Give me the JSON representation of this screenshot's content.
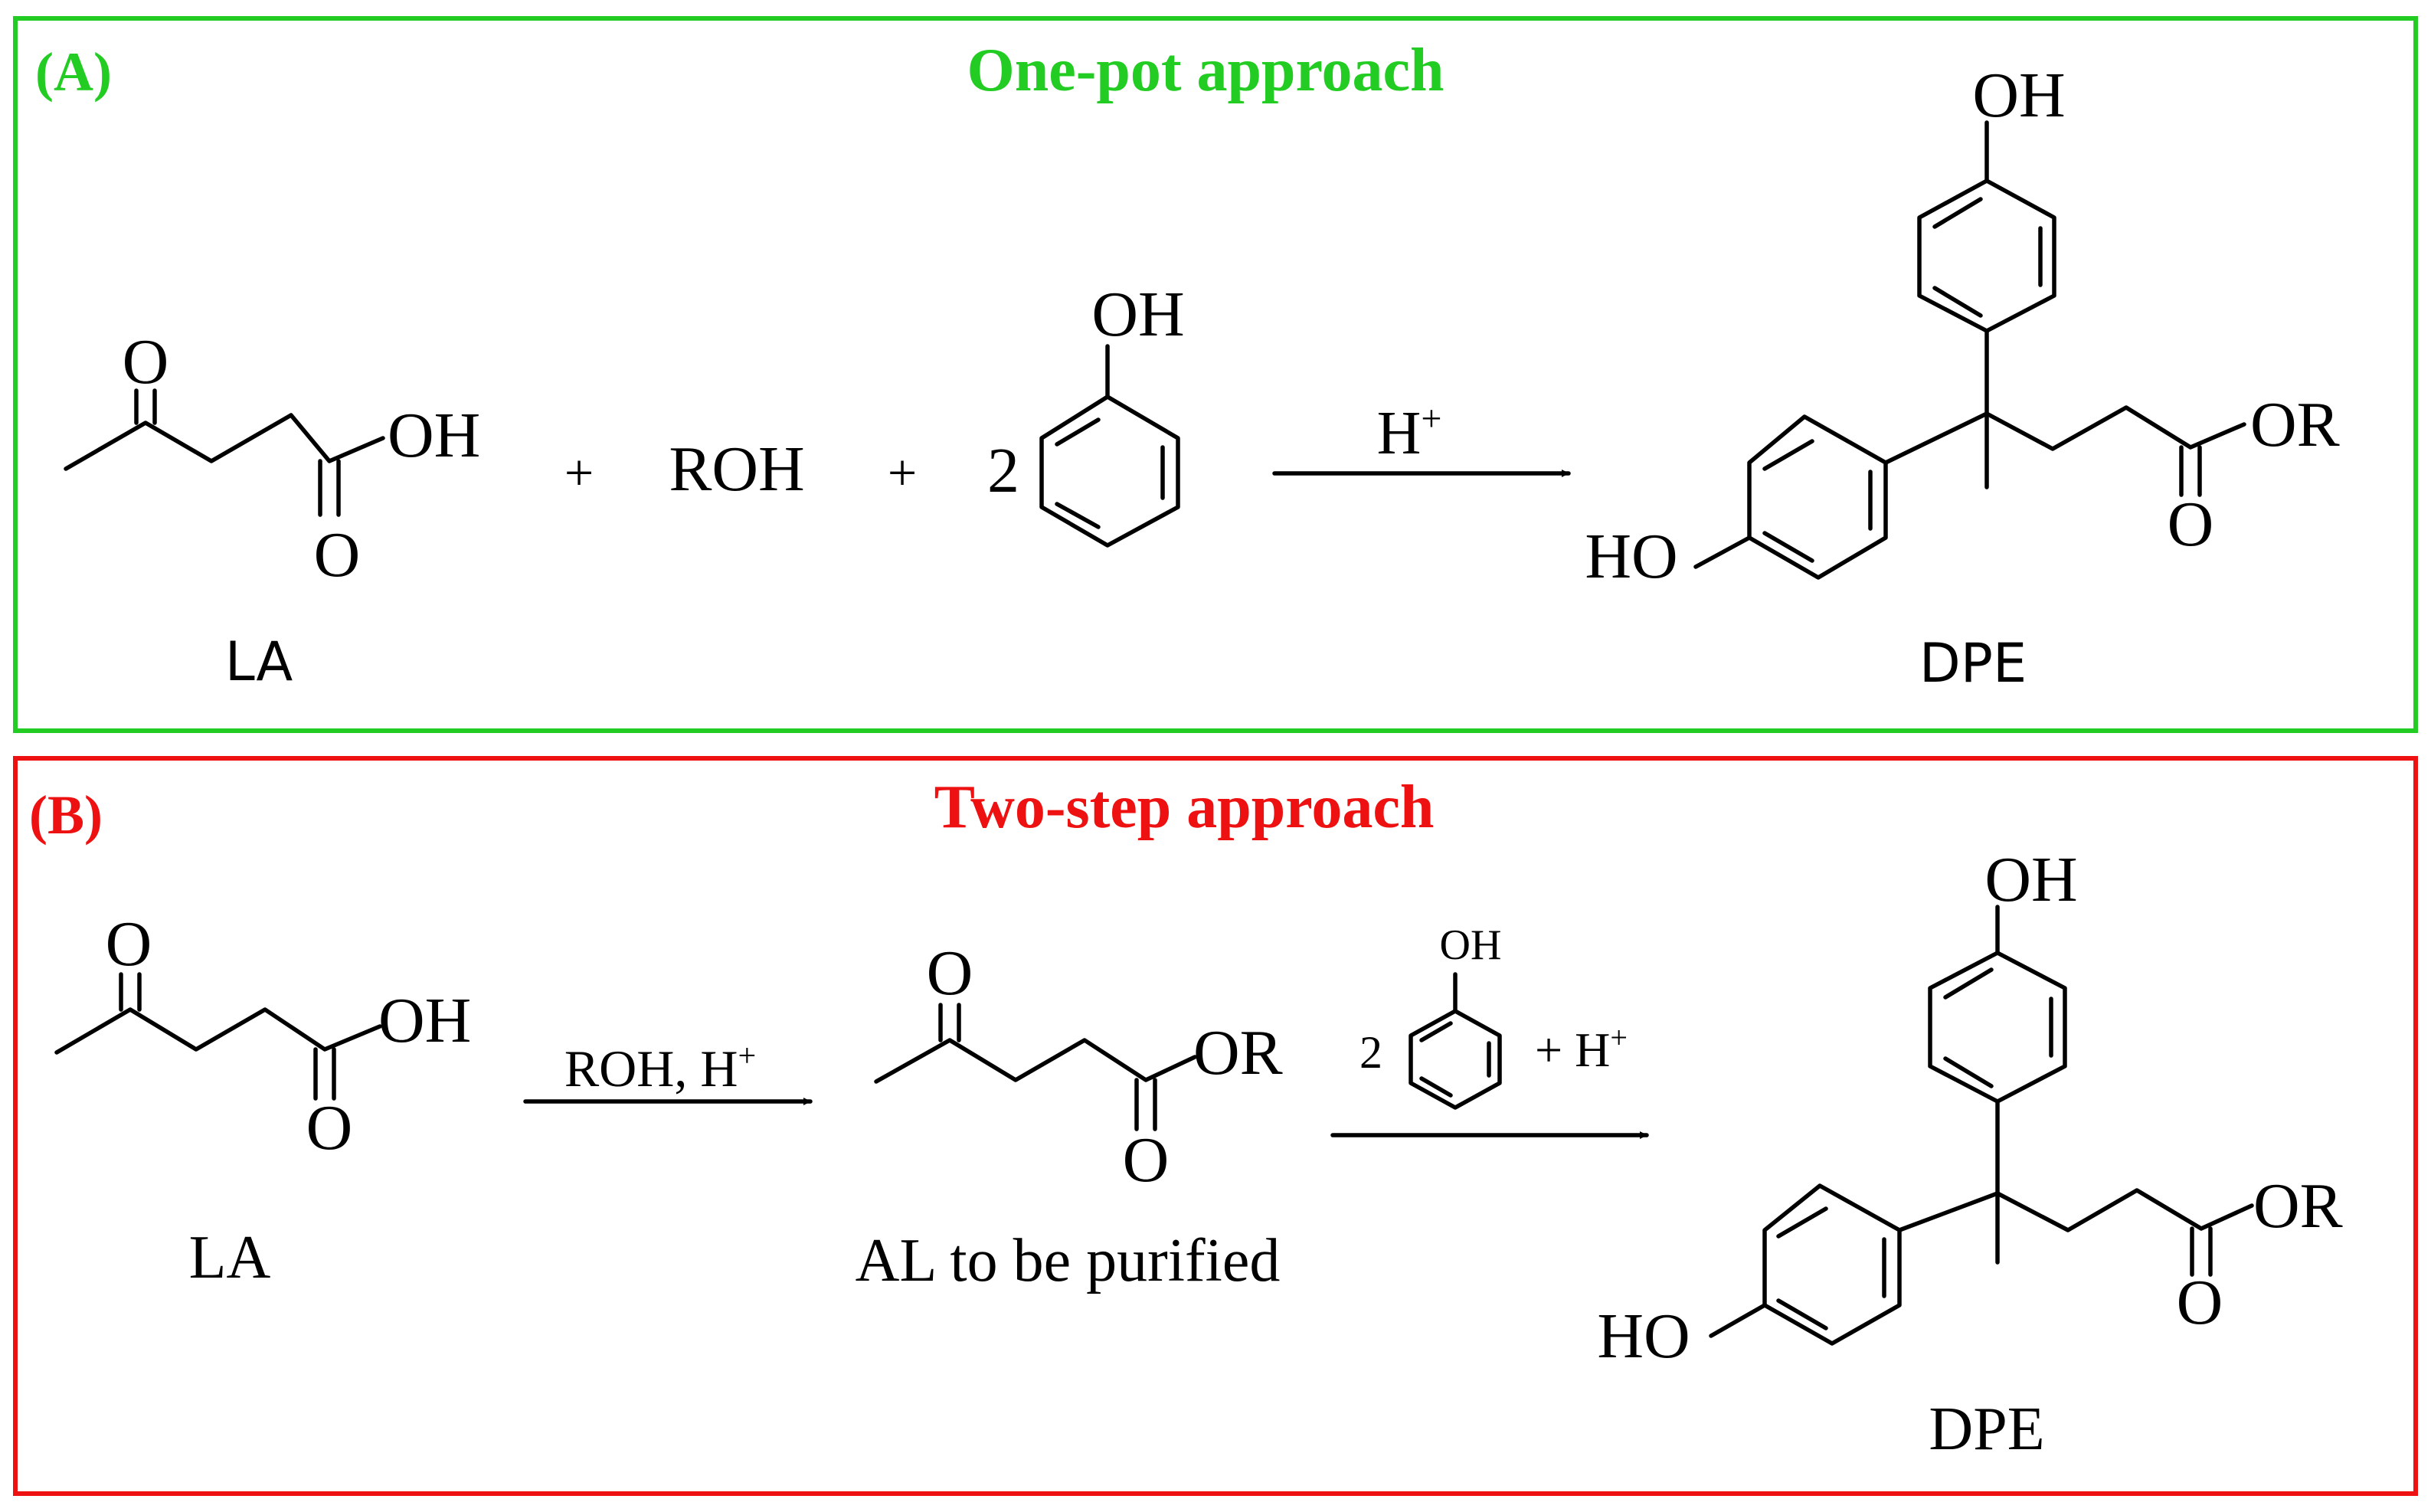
{
  "colors": {
    "panel_a": "#22cc22",
    "panel_b": "#ee1111",
    "ink": "#000000",
    "background": "#ffffff"
  },
  "panel_a": {
    "tag": "(A)",
    "title": "One-pot approach",
    "plus_1": "+",
    "alcohol": "ROH",
    "plus_2": "+",
    "phenol_coefficient": "2",
    "catalyst": "H",
    "catalyst_charge": "+",
    "reactant_label": "LA",
    "product_label": "DPE"
  },
  "panel_b": {
    "tag": "(B)",
    "title": "Two-step approach",
    "step1_reagents": "ROH, H",
    "step1_charge": "+",
    "step2_phenol_coefficient": "2",
    "step2_acid": "+ H",
    "step2_charge": "+",
    "reactant_label": "LA",
    "intermediate_label": "AL to be purified",
    "product_label": "DPE"
  },
  "atoms": {
    "oxygen": "O",
    "hydroxyl": "OH",
    "hydroxyl_left": "HO",
    "ester": "OR"
  }
}
